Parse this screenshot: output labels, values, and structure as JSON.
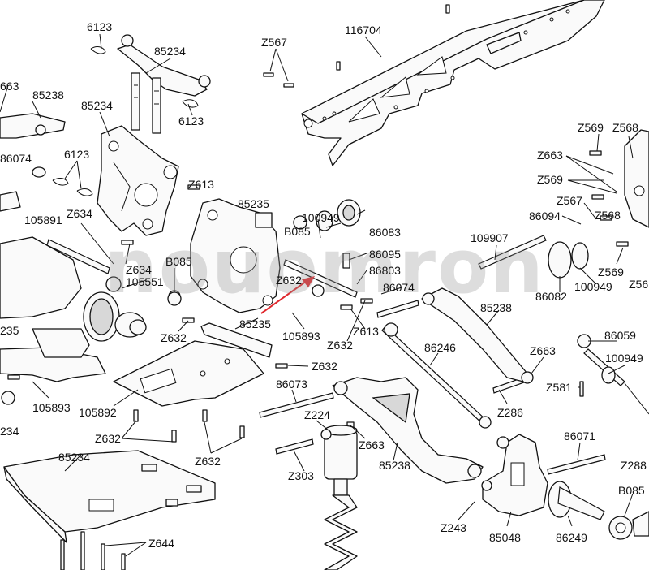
{
  "diagram": {
    "labels": [
      {
        "text": "6123"
      },
      {
        "text": "85234"
      },
      {
        "text": "85238"
      },
      {
        "text": "85234"
      },
      {
        "text": "6123"
      },
      {
        "text": "663"
      },
      {
        "text": "86074"
      },
      {
        "text": "6123"
      },
      {
        "text": "Z567"
      },
      {
        "text": "116704"
      },
      {
        "text": "Z569"
      },
      {
        "text": "Z568"
      },
      {
        "text": "Z663"
      },
      {
        "text": "Z569"
      },
      {
        "text": "Z567"
      },
      {
        "text": "86094"
      },
      {
        "text": "Z568"
      },
      {
        "text": "Z613"
      },
      {
        "text": "85235"
      },
      {
        "text": "100949"
      },
      {
        "text": "B085"
      },
      {
        "text": "86083"
      },
      {
        "text": "86095"
      },
      {
        "text": "86803"
      },
      {
        "text": "86074"
      },
      {
        "text": "109907"
      },
      {
        "text": "Z569"
      },
      {
        "text": "100949"
      },
      {
        "text": "86082"
      },
      {
        "text": "Z56"
      },
      {
        "text": "105891"
      },
      {
        "text": "Z634"
      },
      {
        "text": "Z634"
      },
      {
        "text": "105551"
      },
      {
        "text": "B085"
      },
      {
        "text": "Z632"
      },
      {
        "text": "85238"
      },
      {
        "text": "235"
      },
      {
        "text": "Z632"
      },
      {
        "text": "85235"
      },
      {
        "text": "105893"
      },
      {
        "text": "Z613"
      },
      {
        "text": "Z632"
      },
      {
        "text": "86059"
      },
      {
        "text": "Z663"
      },
      {
        "text": "100949"
      },
      {
        "text": "86246"
      },
      {
        "text": "Z632"
      },
      {
        "text": "86073"
      },
      {
        "text": "Z581"
      },
      {
        "text": "105893"
      },
      {
        "text": "105892"
      },
      {
        "text": "Z286"
      },
      {
        "text": "234"
      },
      {
        "text": "Z224"
      },
      {
        "text": "Z632"
      },
      {
        "text": "Z663"
      },
      {
        "text": "86071"
      },
      {
        "text": "85234"
      },
      {
        "text": "Z632"
      },
      {
        "text": "85238"
      },
      {
        "text": "Z303"
      },
      {
        "text": "Z288"
      },
      {
        "text": "B085"
      },
      {
        "text": "Z243"
      },
      {
        "text": "85048"
      },
      {
        "text": "86249"
      },
      {
        "text": "Z644"
      }
    ],
    "watermark": "nouomron",
    "arrow_color": "#e0282d"
  }
}
